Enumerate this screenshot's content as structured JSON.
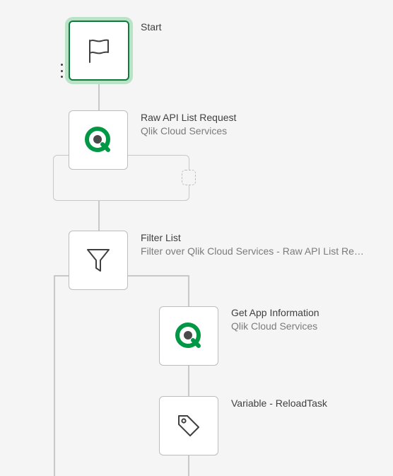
{
  "flow": {
    "start": {
      "title": "Start",
      "icon": "flag-icon"
    },
    "raw_api": {
      "title": "Raw API List Request",
      "subtitle": "Qlik Cloud Services",
      "icon": "qlik-logo-icon"
    },
    "filter_list": {
      "title": "Filter List",
      "subtitle": "Filter over Qlik Cloud Services - Raw API List Req…",
      "icon": "filter-icon"
    },
    "get_app": {
      "title": "Get App Information",
      "subtitle": "Qlik Cloud Services",
      "icon": "qlik-logo-icon"
    },
    "variable": {
      "title": "Variable - ReloadTask",
      "icon": "tag-icon"
    }
  },
  "colors": {
    "canvas_bg": "#f5f5f5",
    "qlik_green": "#009845",
    "selected_border": "#0f7a3c",
    "selected_glow": "#b9e3c6",
    "connector": "#c8c8c8"
  }
}
